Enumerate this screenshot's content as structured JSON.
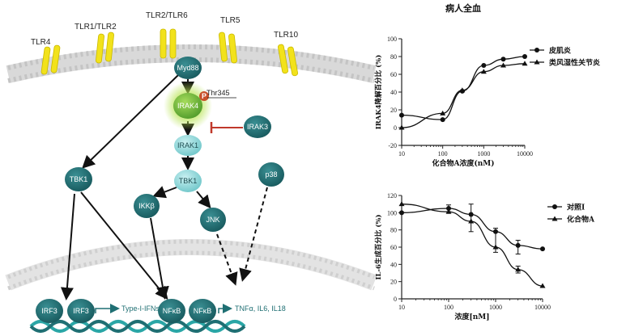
{
  "receptors": [
    "TLR4",
    "TLR1/TLR2",
    "TLR2/TLR6",
    "TLR5",
    "TLR10"
  ],
  "nodes": {
    "myd88": "Myd88",
    "irak4": "IRAK4",
    "phospho": "P",
    "thr345": "Thr345",
    "irak3": "IRAK3",
    "irak1": "IRAK1",
    "tbk1_left": "TBK1",
    "tbk1_center": "TBK1",
    "ikkb": "IKKβ",
    "jnk": "JNK",
    "p38": "p38",
    "irf3_a": "IRF3",
    "irf3_b": "IRF3",
    "nfkb_a": "NFκB",
    "nfkb_b": "NFκB"
  },
  "outputs": {
    "type1": "Type-I-IFNs",
    "cytokines": "TNFα, IL6, IL18"
  },
  "colors": {
    "teal": "#1f6f73",
    "light_teal": "#8fd3d5",
    "receptor_yellow": "#f2e21b",
    "irak4_green": "#7cc242",
    "phospho_red": "#c8502a",
    "inhibit_red": "#c0392b"
  },
  "chart_data": [
    {
      "type": "line",
      "title": "病人全血",
      "xlabel": "化合物A浓度(nM)",
      "ylabel": "IRAK4降解百分比 (%)",
      "xscale": "log",
      "xlim": [
        10,
        10000
      ],
      "ylim": [
        -20,
        100
      ],
      "xticks": [
        "10",
        "100",
        "1000",
        "10000"
      ],
      "yticks": [
        "-20",
        "0",
        "20",
        "40",
        "60",
        "80",
        "100"
      ],
      "legend_position": "right",
      "series": [
        {
          "name": "皮肌炎",
          "marker": "circle",
          "x": [
            10,
            100,
            300,
            1000,
            3000,
            10000
          ],
          "y": [
            14,
            9,
            41,
            70,
            77,
            80
          ]
        },
        {
          "name": "类风湿性关节炎",
          "marker": "triangle",
          "x": [
            10,
            100,
            300,
            1000,
            3000,
            10000
          ],
          "y": [
            0,
            16,
            42,
            63,
            70,
            72
          ]
        }
      ]
    },
    {
      "type": "line",
      "title": "",
      "xlabel": "浓度[nM]",
      "ylabel": "IL-6生成百分比 (%)",
      "xscale": "log",
      "xlim": [
        10,
        10000
      ],
      "ylim": [
        0,
        120
      ],
      "xticks": [
        "10",
        "100",
        "1000",
        "10000"
      ],
      "yticks": [
        "0",
        "20",
        "40",
        "60",
        "80",
        "100",
        "120"
      ],
      "legend_position": "right",
      "series": [
        {
          "name": "对照I",
          "marker": "circle",
          "x": [
            10,
            100,
            300,
            1000,
            3000,
            10000
          ],
          "y": [
            100,
            105,
            98,
            78,
            62,
            58
          ]
        },
        {
          "name": "化合物A",
          "marker": "triangle",
          "x": [
            10,
            100,
            300,
            1000,
            3000,
            10000
          ],
          "y": [
            110,
            101,
            90,
            60,
            34,
            15
          ]
        }
      ]
    }
  ]
}
